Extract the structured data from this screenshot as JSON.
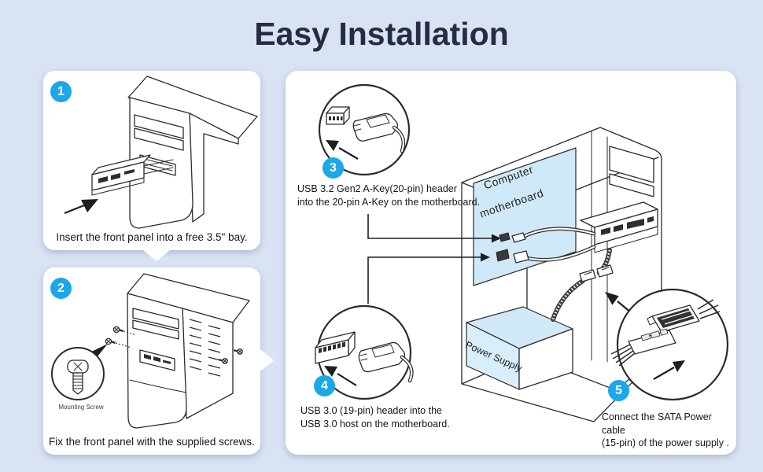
{
  "title": "Easy Installation",
  "colors": {
    "background": "#d9e3f3",
    "panel": "#ffffff",
    "accent_blue": "#1ba7e9",
    "title_color": "#272c41",
    "line_color": "#2b2b2b",
    "diagram_blue_fill": "#cfe9f8"
  },
  "steps": [
    {
      "number": "1",
      "caption": "Insert the front panel into a free 3.5\" bay."
    },
    {
      "number": "2",
      "caption": "Fix the front panel with the supplied screws.",
      "magnifier_label": "Mounting Screw"
    },
    {
      "number": "3",
      "line1": "USB 3.2 Gen2 A-Key(20-pin) header",
      "line2": "into the 20-pin A-Key on the motherboard."
    },
    {
      "number": "4",
      "line1": "USB 3.0 (19-pin) header into the",
      "line2": "USB 3.0 host on the motherboard."
    },
    {
      "number": "5",
      "line1": "Connect the SATA Power cable",
      "line2": "(15-pin) of the power supply ."
    }
  ],
  "case_labels": {
    "motherboard_line1": "Computer",
    "motherboard_line2": "motherboard",
    "power_supply": "Power Supply"
  }
}
